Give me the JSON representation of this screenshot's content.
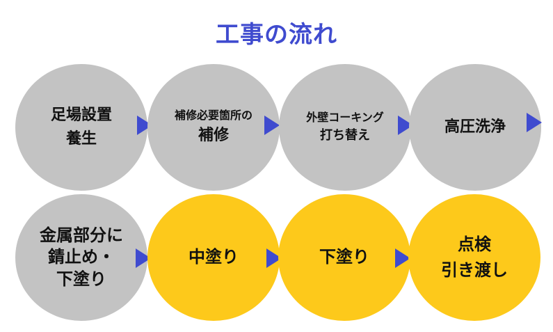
{
  "title": "工事の流れ",
  "colors": {
    "title": "#3f4bcf",
    "arrow": "#3f4bcf",
    "done": "#c3c3c3",
    "paint": "#fdc91b"
  },
  "steps": [
    {
      "lines": [
        "足場設置",
        "養生"
      ],
      "color": "gray"
    },
    {
      "lines": [
        "補修必要箇所の",
        "補修"
      ],
      "color": "gray"
    },
    {
      "lines": [
        "外壁コーキング",
        "打ち替え"
      ],
      "color": "gray"
    },
    {
      "lines": [
        "高圧洗浄"
      ],
      "color": "gray"
    },
    {
      "lines": [
        "金属部分に",
        "錆止め・",
        "下塗り"
      ],
      "color": "gray"
    },
    {
      "lines": [
        "中塗り"
      ],
      "color": "yellow"
    },
    {
      "lines": [
        "下塗り"
      ],
      "color": "yellow"
    },
    {
      "lines": [
        "点検",
        "引き渡し"
      ],
      "color": "yellow"
    }
  ]
}
